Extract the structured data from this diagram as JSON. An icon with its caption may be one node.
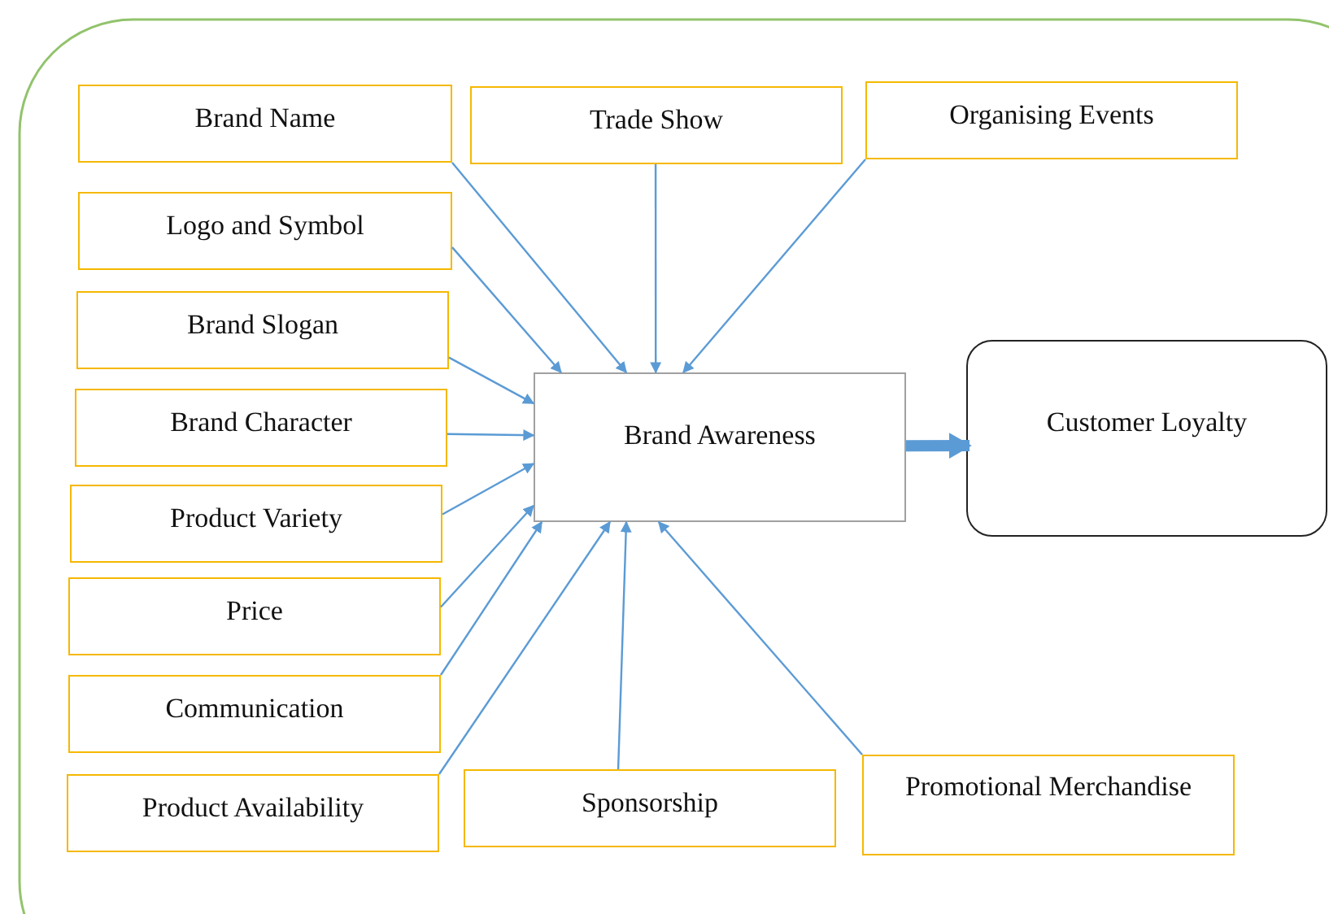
{
  "diagram": {
    "nodes": [
      {
        "text": [
          "Brand Name"
        ]
      },
      {
        "text": [
          "Trade Show"
        ]
      },
      {
        "text": [
          "Organising Events"
        ]
      },
      {
        "text": [
          "Logo and Symbol"
        ]
      },
      {
        "text": [
          "Brand Slogan"
        ]
      },
      {
        "text": [
          "Brand Character"
        ]
      },
      {
        "text": [
          "Product Variety"
        ]
      },
      {
        "text": [
          "Price"
        ]
      },
      {
        "text": [
          "Communication"
        ]
      },
      {
        "text": [
          "Product Availability"
        ]
      },
      {
        "text": [
          "Sponsorship"
        ]
      },
      {
        "text": [
          "Promotional Merchandise"
        ]
      },
      {
        "text": [
          "Brand Awareness"
        ]
      },
      {
        "text": [
          "Customer Loyalty"
        ]
      }
    ],
    "edges": [
      {
        "from": 0,
        "to": 12,
        "arrow": "to"
      },
      {
        "from": 1,
        "to": 12,
        "arrow": "to"
      },
      {
        "from": 2,
        "to": 12,
        "arrow": "to"
      },
      {
        "from": 3,
        "to": 12,
        "arrow": "to"
      },
      {
        "from": 4,
        "to": 12,
        "arrow": "to"
      },
      {
        "from": 5,
        "to": 12,
        "arrow": "to"
      },
      {
        "from": 6,
        "to": 12,
        "arrow": "to"
      },
      {
        "from": 7,
        "to": 12,
        "arrow": "to"
      },
      {
        "from": 8,
        "to": 12,
        "arrow": "to"
      },
      {
        "from": 9,
        "to": 12,
        "arrow": "to"
      },
      {
        "from": 10,
        "to": 12,
        "arrow": "to"
      },
      {
        "from": 11,
        "to": 12,
        "arrow": "to"
      },
      {
        "from": 12,
        "to": 13,
        "arrow": "to",
        "style": "thick"
      }
    ]
  }
}
